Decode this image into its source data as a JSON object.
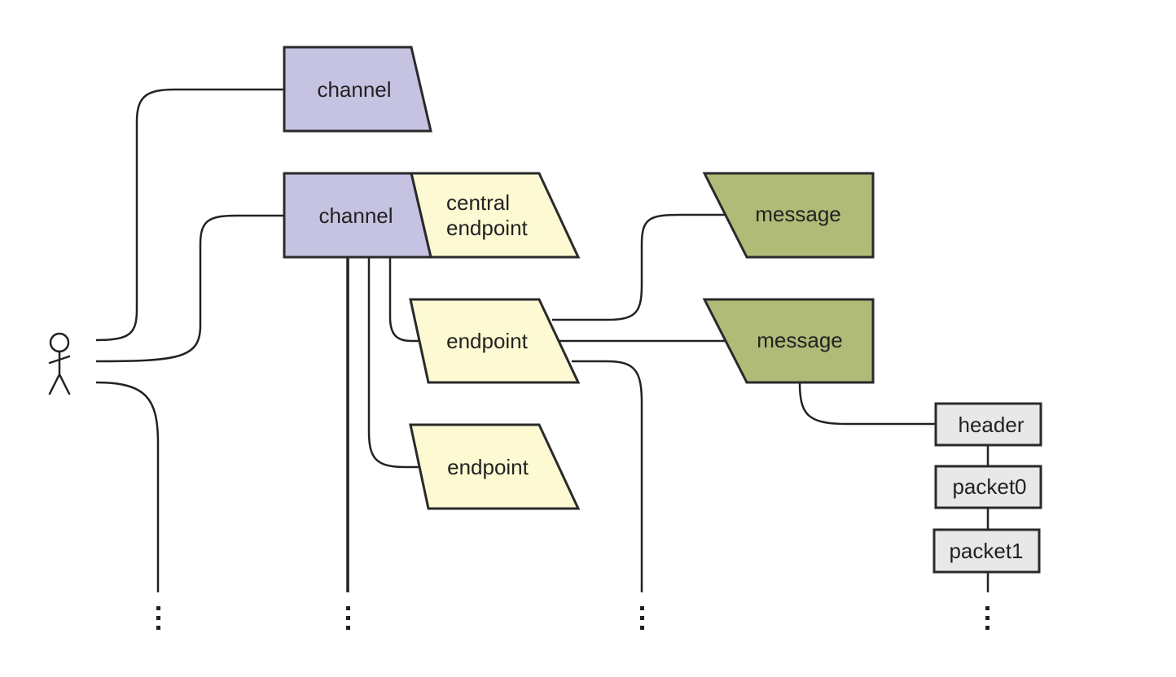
{
  "nodes": {
    "channel_1": "channel",
    "channel_2": "channel",
    "central_endpoint": [
      "central",
      "endpoint"
    ],
    "endpoint_1": "endpoint",
    "endpoint_2": "endpoint",
    "message_1": "message",
    "message_2": "message",
    "header": "header",
    "packet0": "packet0",
    "packet1": "packet1"
  },
  "colors": {
    "channel": "#c5c3e1",
    "endpoint": "#fcf9d3",
    "message": "#b0bb78",
    "packet": "#e8e8e8",
    "line": "#222222"
  },
  "icons": {
    "actor": "stick-figure-icon",
    "continuation": "vertical-ellipsis-icon"
  }
}
